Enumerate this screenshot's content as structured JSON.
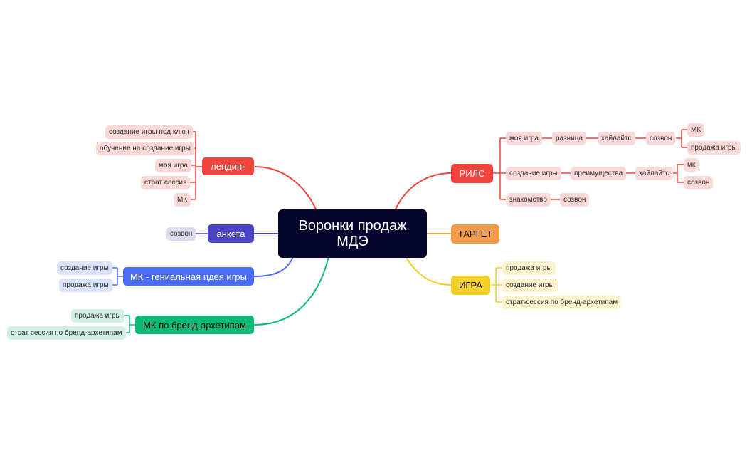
{
  "center": {
    "line1": "Воронки продаж",
    "line2": "МДЭ"
  },
  "colors": {
    "red": "#f0443f",
    "indigo": "#4b45c6",
    "blue": "#4b6df5",
    "green": "#0fb978",
    "orange": "#f59c4b",
    "yellow": "#f3d029",
    "center": "#05052e"
  },
  "left": {
    "landing": {
      "label": "лендинг",
      "items": [
        "создание игры под ключ",
        "обучение на создание игры",
        "моя игра",
        "страт сессия",
        "МК"
      ]
    },
    "anketa": {
      "label": "анкета",
      "items": [
        "созвон"
      ]
    },
    "mk_idea": {
      "label": "МК - гениальная идея игры",
      "items": [
        "создание игры",
        "продажа игры"
      ]
    },
    "mk_brand": {
      "label": "МК по бренд-архетипам",
      "items": [
        "продажа игры",
        "страт сессия по бренд-архетипам"
      ]
    }
  },
  "right": {
    "rils": {
      "label": "РИЛС",
      "row1": [
        "моя игра",
        "разница",
        "хайлайтс",
        "созвон"
      ],
      "row1_tail": [
        "МК",
        "продажа игры"
      ],
      "row2": [
        "создание игры",
        "преимущества",
        "хайлайтс"
      ],
      "row2_tail": [
        "мк",
        "созвон"
      ],
      "row3": [
        "знакомство",
        "созвон"
      ]
    },
    "target": {
      "label": "ТАРГЕТ"
    },
    "igra": {
      "label": "ИГРА",
      "items": [
        "продажа игры",
        "создание игры",
        "страт-сессия по бренд-архетипам"
      ]
    }
  }
}
